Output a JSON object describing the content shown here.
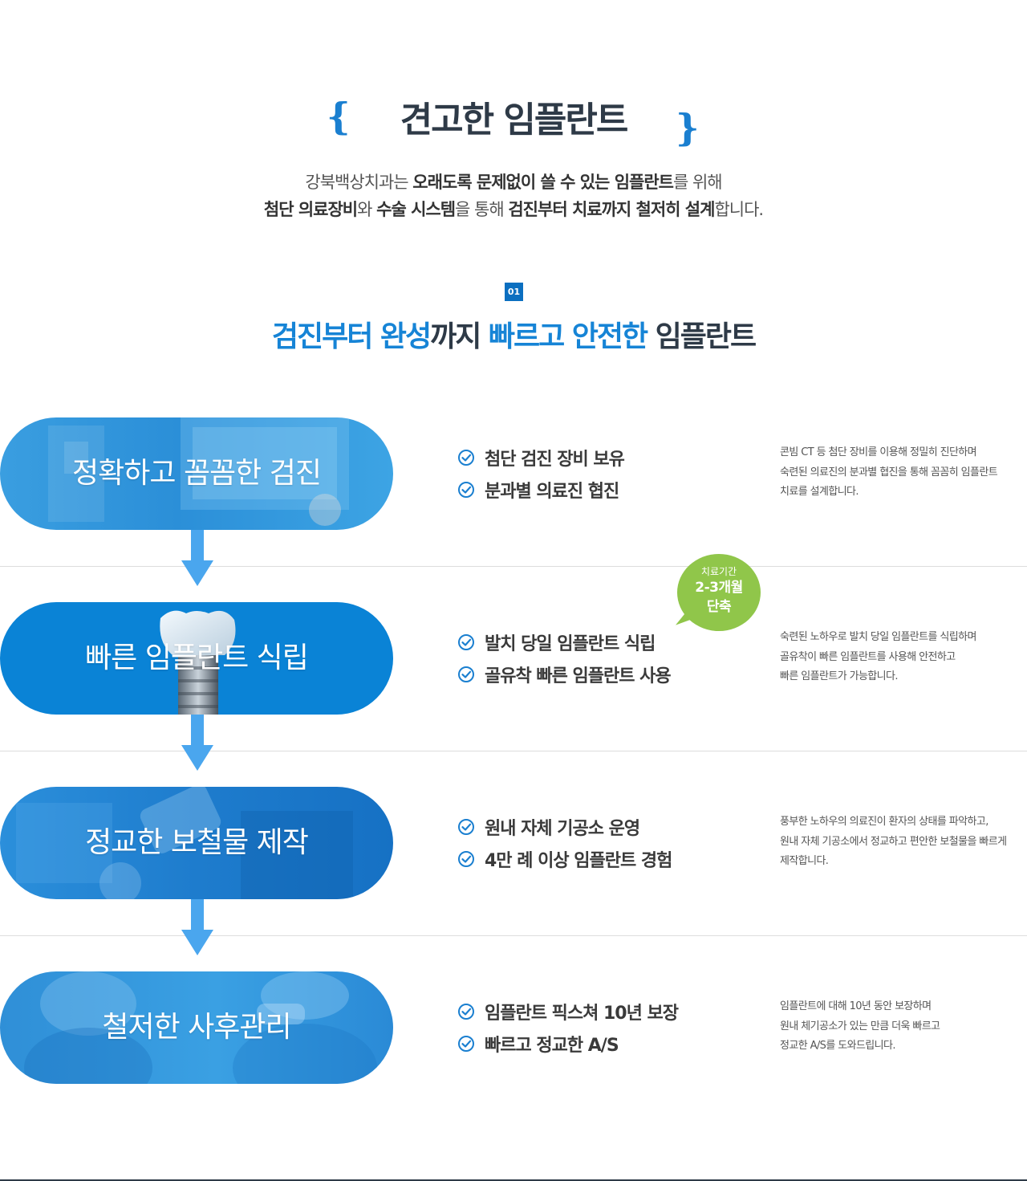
{
  "hero": {
    "title": "견고한 임플란트",
    "brace_left": "{",
    "brace_right": "}",
    "line1": [
      {
        "text": "강북백상치과는 ",
        "bold": false
      },
      {
        "text": "오래도록 문제없이 쓸 수 있는 임플란트",
        "bold": true
      },
      {
        "text": "를 위해",
        "bold": false
      }
    ],
    "line2": [
      {
        "text": "첨단 의료장비",
        "bold": true
      },
      {
        "text": "와 ",
        "bold": false
      },
      {
        "text": "수술 시스템",
        "bold": true
      },
      {
        "text": "을 통해 ",
        "bold": false
      },
      {
        "text": "검진부터 치료까지 철저히 설계",
        "bold": true
      },
      {
        "text": "합니다.",
        "bold": false
      }
    ]
  },
  "section": {
    "number": "01",
    "title_parts": [
      {
        "text": "검진부터 완성",
        "highlight": true
      },
      {
        "text": "까지 ",
        "highlight": false
      },
      {
        "text": "빠르고 안전한",
        "highlight": true
      },
      {
        "text": " 임플란트",
        "highlight": false
      }
    ]
  },
  "steps": [
    {
      "label": "정확하고 꼼꼼한 검진",
      "checks": [
        "첨단 검진 장비 보유",
        "분과별 의료진 협진"
      ],
      "desc": [
        "콘빔 CT 등 첨단 장비를 이용해 정밀히 진단하며",
        "숙련된 의료진의 분과별 협진을 통해 꼼꼼히 임플란트",
        "치료를 설계합니다."
      ]
    },
    {
      "label": "빠른 임플란트 식립",
      "checks": [
        "발치 당일 임플란트 식립",
        "골유착 빠른 임플란트 사용"
      ],
      "desc": [
        "숙련된 노하우로 발치 당일 임플란트를 식립하며",
        "골유착이  빠른 임플란트를 사용해 안전하고",
        "빠른 임플란트가 가능합니다."
      ]
    },
    {
      "label": "정교한 보철물 제작",
      "checks": [
        "원내 자체 기공소 운영",
        "4만 례 이상 임플란트 경험"
      ],
      "desc": [
        "풍부한 노하우의 의료진이 환자의 상태를 파악하고,",
        "원내 자체 기공소에서 정교하고 편안한 보철물을 빠르게",
        "제작합니다."
      ]
    },
    {
      "label": "철저한 사후관리",
      "checks": [
        "임플란트 픽스쳐 10년 보장",
        "빠르고 정교한 A/S"
      ],
      "desc": [
        "임플란트에 대해 10년 동안 보장하며",
        "원내 체기공소가 있는 만큼 더욱 빠르고",
        "정교한 A/S를 도와드립니다."
      ]
    }
  ],
  "bubble": {
    "line1": "치료기간",
    "line2": "2-3개월",
    "line3": "단축"
  },
  "colors": {
    "accent": "#1684d6",
    "title": "#2e3a47",
    "arrow": "#4aa6ee",
    "bubble": "#90c64a"
  },
  "icons": {
    "check": "check-circle-icon",
    "arrow": "arrow-down-icon"
  }
}
